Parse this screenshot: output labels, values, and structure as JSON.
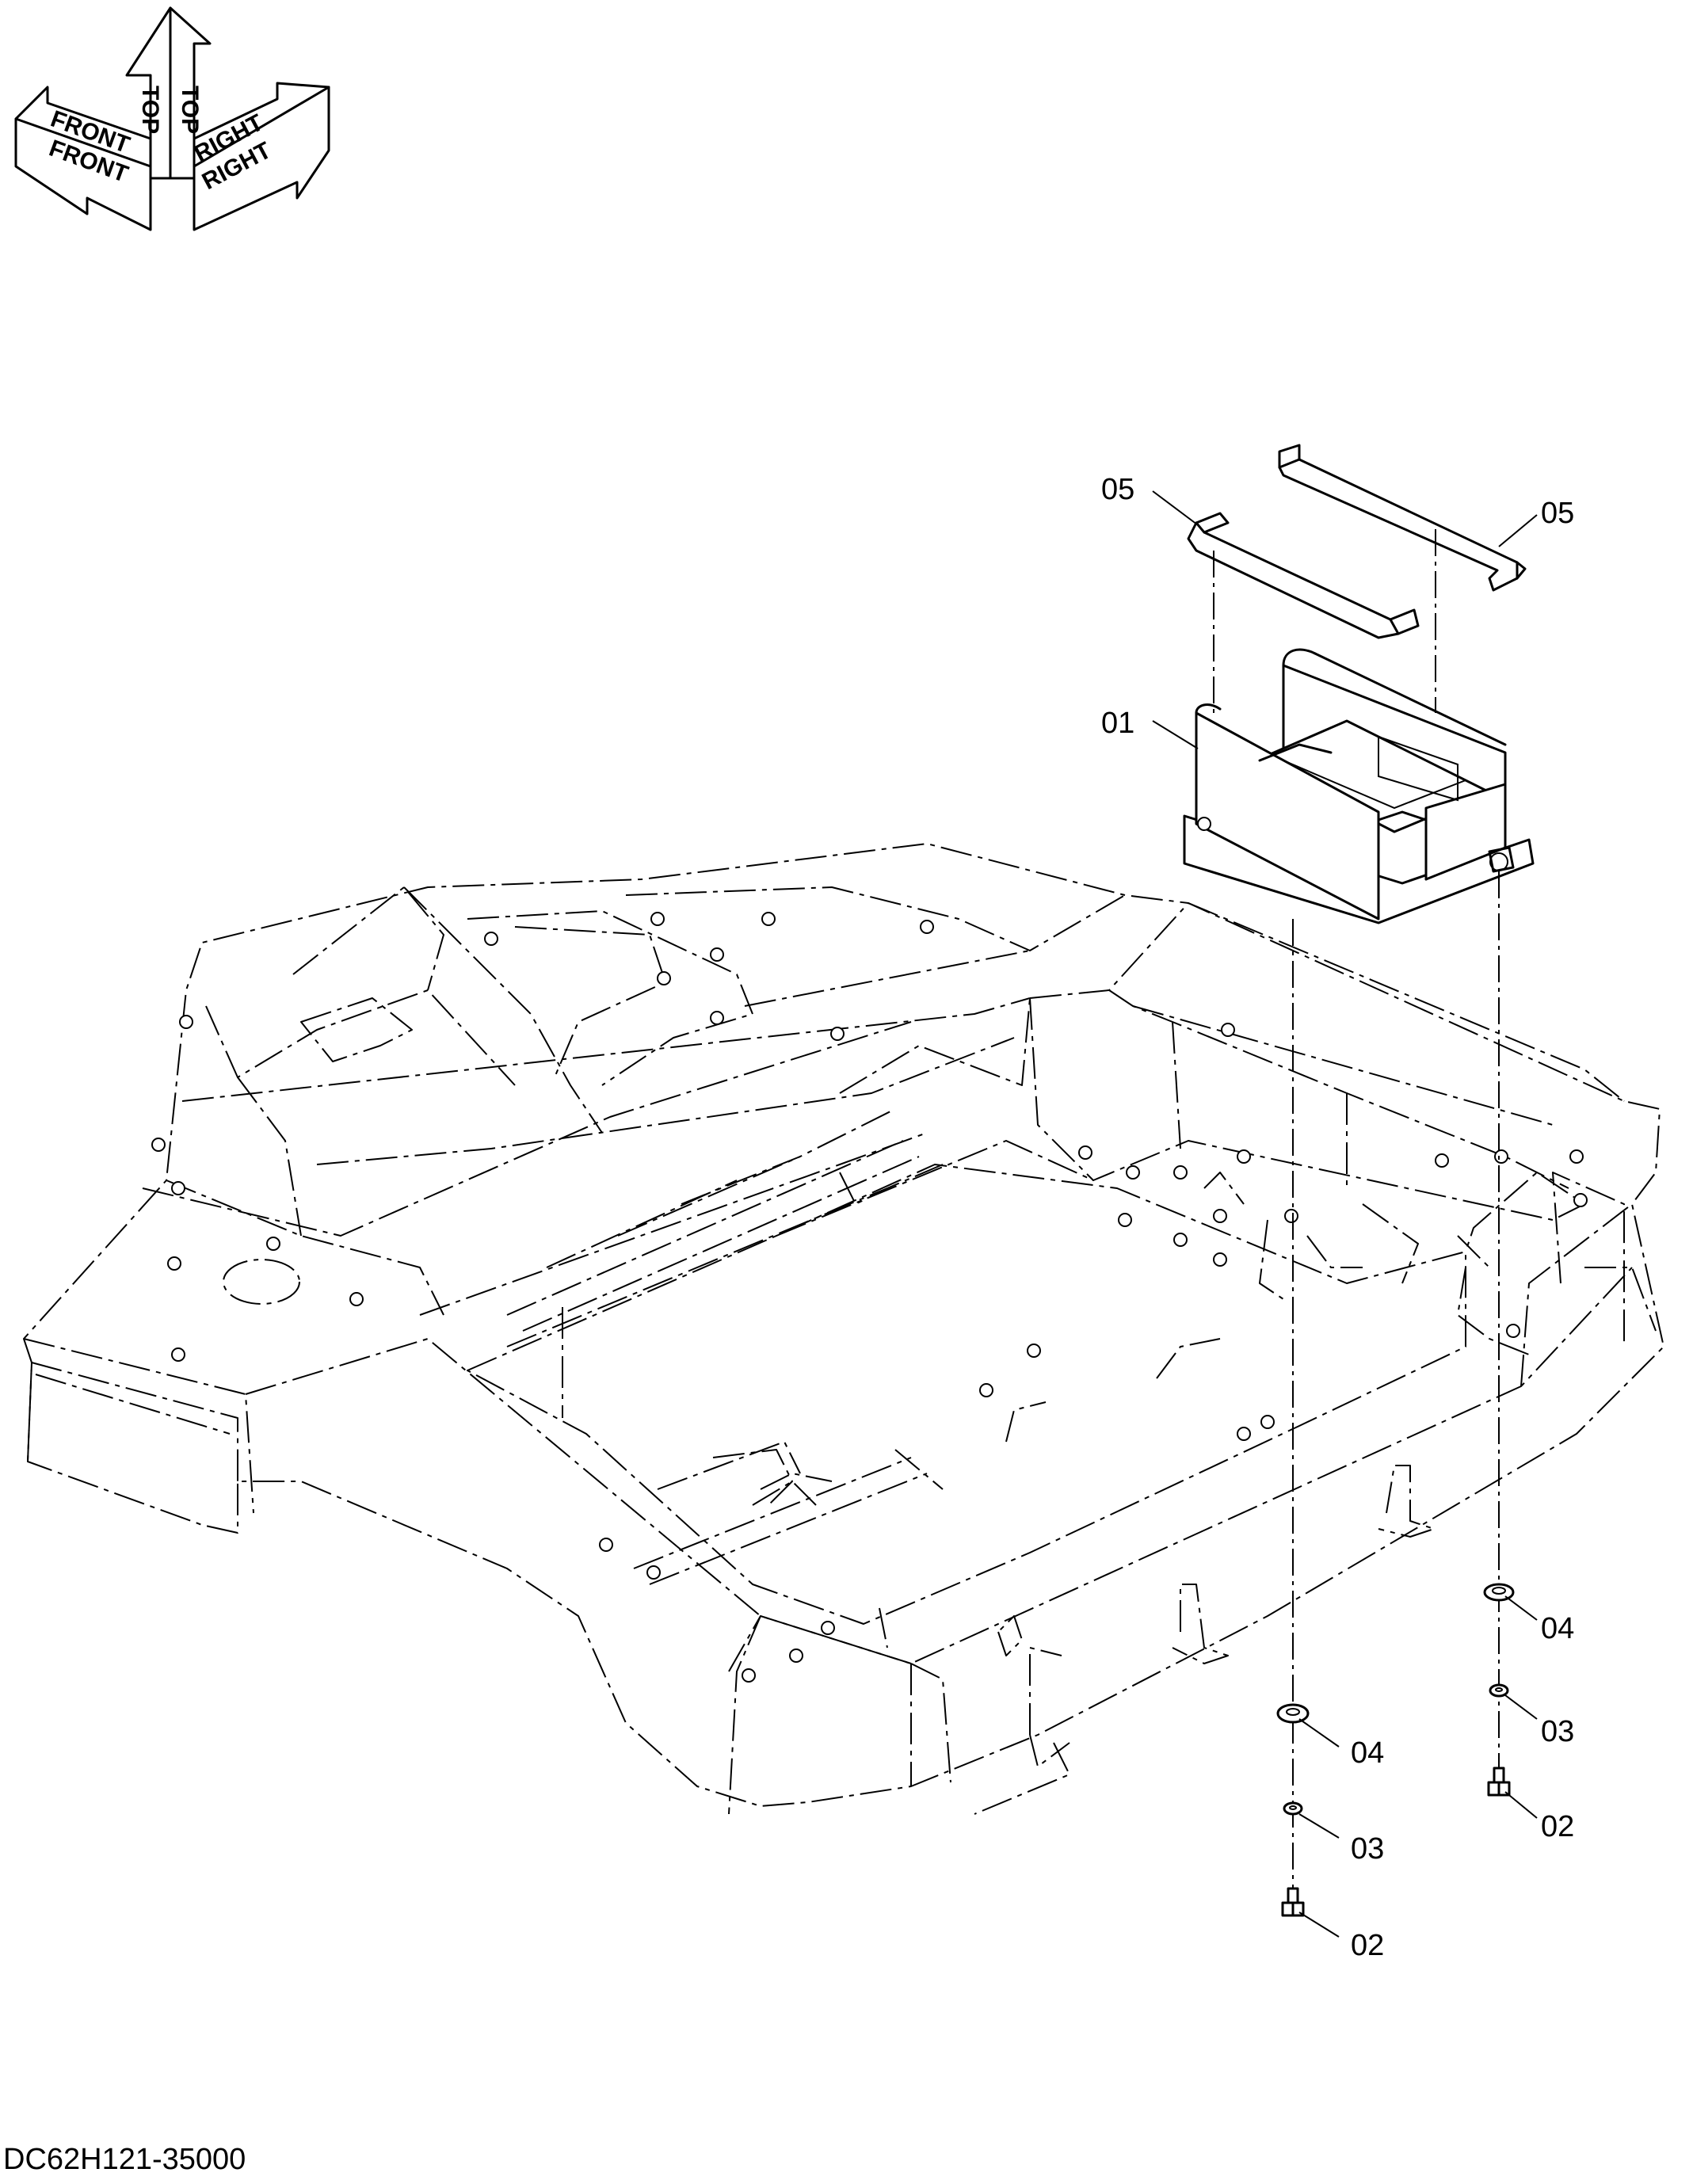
{
  "orientation_indicator": {
    "front_labels": [
      "FRONT",
      "FRONT"
    ],
    "top_labels": [
      "TOP",
      "TOP"
    ],
    "right_labels": [
      "RIGHT",
      "RIGHT"
    ]
  },
  "callouts": {
    "c01": "01",
    "c05_left": "05",
    "c05_right": "05",
    "c04_upper": "04",
    "c04_lower": "04",
    "c03_upper": "03",
    "c03_lower": "03",
    "c02_upper": "02",
    "c02_lower": "02"
  },
  "drawing_number": "DC62H121-35000",
  "icons": {
    "orientation": "3d-axis-arrows-icon",
    "fastener": "hex-bolt-icon",
    "washer": "flat-washer-icon",
    "spring_washer": "spring-washer-icon"
  }
}
